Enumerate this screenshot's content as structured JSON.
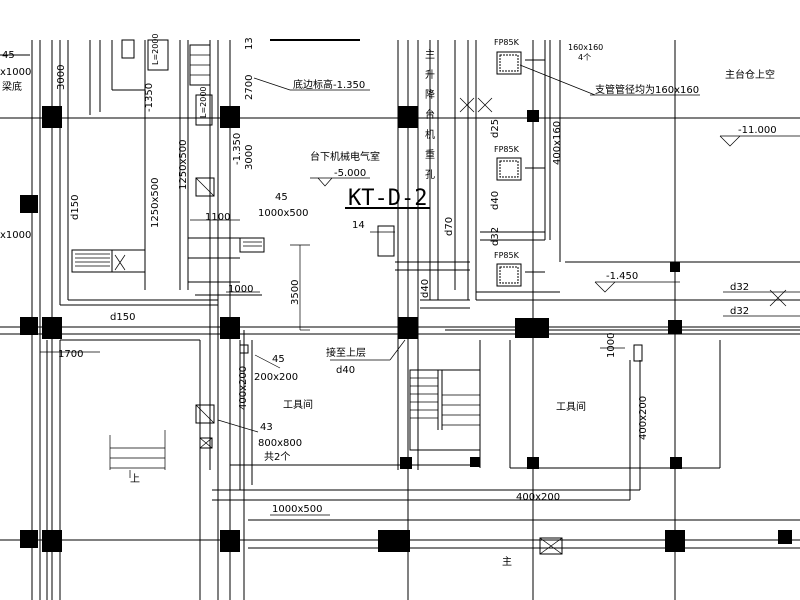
{
  "labels": {
    "title_tag": "KT-D-2",
    "t_45_top": "45",
    "t_x1000_top": "x1000",
    "t_liangdi": "梁底",
    "t_3000_left": "3000",
    "t_1350_left": "-1350",
    "t_1250x500_a": "1250x500",
    "t_1250x500_b": "1250x500",
    "t_l2000_a": "L=2000",
    "t_l2000_b": "L=2000",
    "t_2700": "2700",
    "t_1350_mid": "-1.350",
    "t_3000_mid": "3000",
    "t_13": "13",
    "t_bianliang": "底边标高-1.350",
    "t_room_machine": "台下机械电气室",
    "t_elev_5000": "-5.000",
    "t_45_mid": "45",
    "t_1000x500_mid": "1000x500",
    "t_1100": "1100",
    "t_1000_mid": "1000",
    "t_3500": "3500",
    "t_d150_left": "d150",
    "t_d150_bottom": "d150",
    "t_x1000_left": "x1000",
    "t_1700": "1700",
    "t_14": "14",
    "t_shaft_1": "主",
    "t_shaft_2": "升",
    "t_shaft_3": "降",
    "t_shaft_4": "台",
    "t_shaft_5": "机",
    "t_shaft_6": "重",
    "t_shaft_7": "孔",
    "t_d25": "d25",
    "t_d40_a": "d40",
    "t_d70": "d70",
    "t_d32_mid": "d32",
    "t_d40_b": "d40",
    "t_fp85k_1": "FP85K",
    "t_fp85k_2": "FP85K",
    "t_fp85k_3": "FP85K",
    "t_160x160": "160x160",
    "t_4ge": "4个",
    "t_zhiguan": "支管管径均为160x160",
    "t_400x160": "400x160",
    "t_zhutai": "主台仓上空",
    "t_elev_11000": "-11.000",
    "t_elev_1450": "-1.450",
    "t_d32_r1": "d32",
    "t_d32_r2": "d32",
    "t_1000_right": "1000",
    "t_jiezhi": "接至上层",
    "t_d40_c": "d40",
    "t_45_low": "45",
    "t_200x200": "200x200",
    "t_400x200_left": "400x200",
    "t_gongju_1": "工具间",
    "t_gongju_2": "工具间",
    "t_43": "43",
    "t_800x800": "800x800",
    "t_gong2": "共2个",
    "t_shang": "上",
    "t_400x200_right": "400x200",
    "t_1000x500_bottom": "1000x500",
    "t_400x200_bottom": "400x200",
    "t_zhu": "主"
  }
}
